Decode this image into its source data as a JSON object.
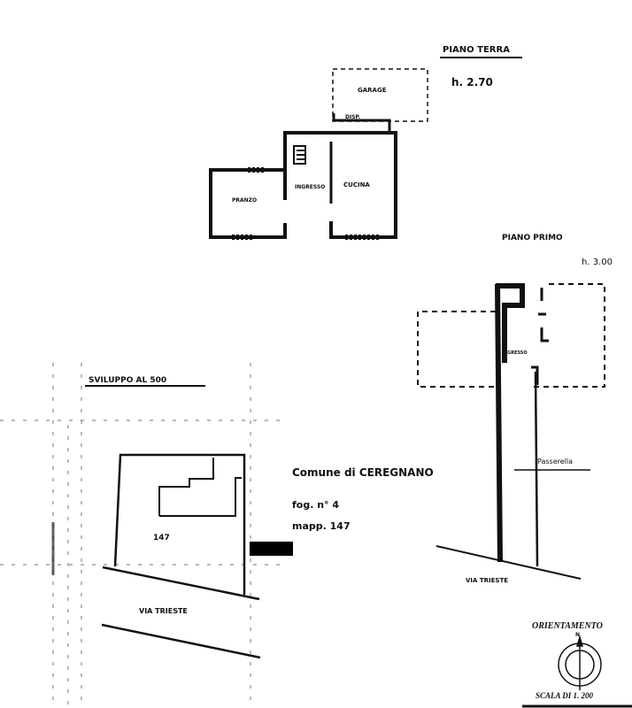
{
  "ground_floor": {
    "title": "PIANO TERRA",
    "height_note": "h. 2.70",
    "rooms": [
      "GARAGE",
      "DISP.",
      "PRANZO",
      "INGRESSO",
      "CUCINA"
    ]
  },
  "first_floor": {
    "title": "PIANO PRIMO",
    "height_note": "h. 3.00",
    "room": "INGRESSO",
    "walkway": "Passerella",
    "street": "VIA TRIESTE"
  },
  "site_plan": {
    "title": "SVILUPPO AL 500",
    "parcel": "147",
    "street": "VIA TRIESTE"
  },
  "cadastral": {
    "comune": "Comune di CEREGNANO",
    "foglio": "fog. n° 4",
    "mappale": "mapp. 147"
  },
  "legend": {
    "orientation": "ORIENTAMENTO",
    "north": "N",
    "scale": "SCALA DI 1. 200"
  }
}
